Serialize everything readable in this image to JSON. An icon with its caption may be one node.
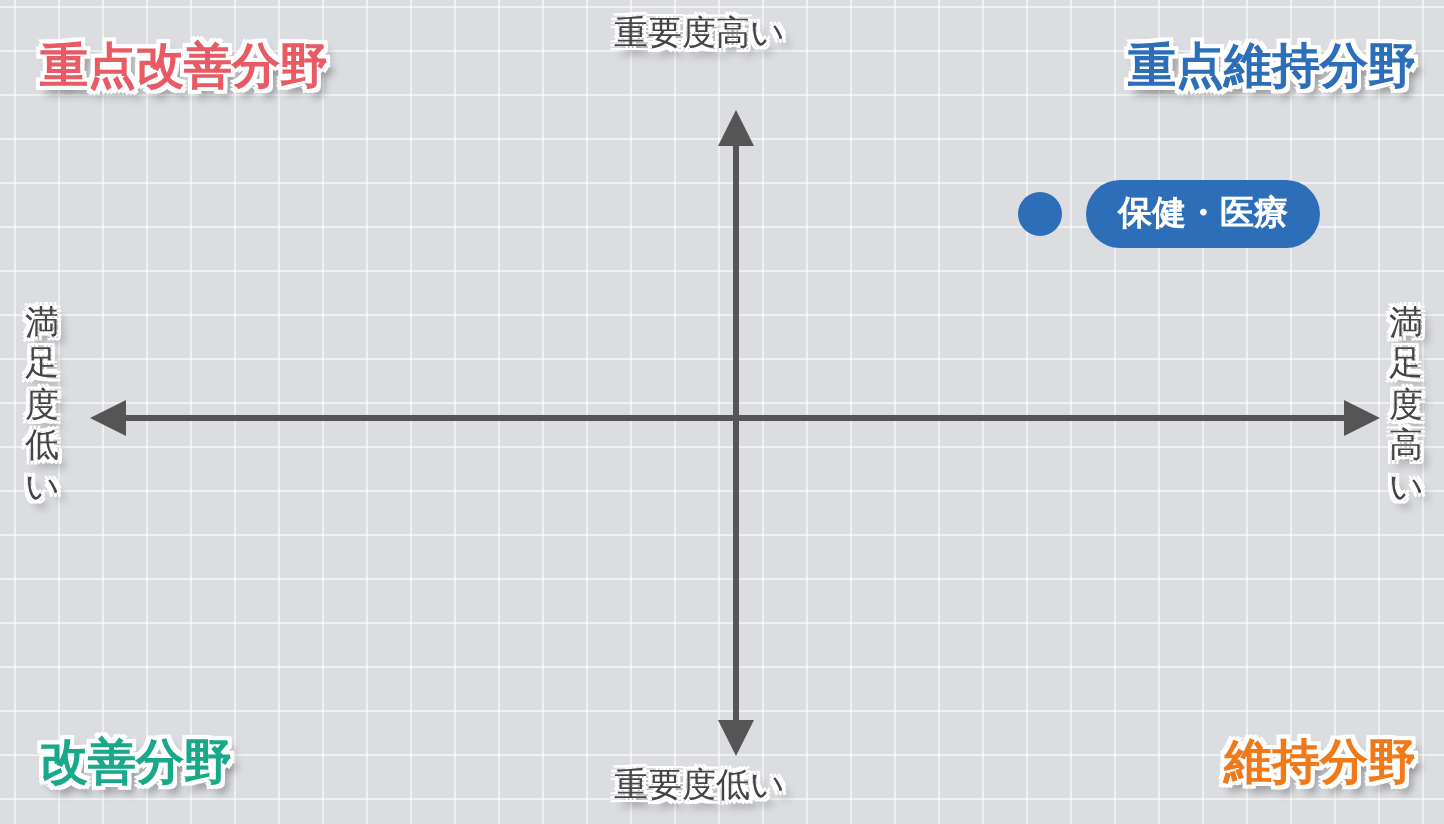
{
  "diagram": {
    "nodes": [
      {
        "text": [
          "保健・医療"
        ]
      }
    ],
    "labels": [
      "重点改善分野",
      "重要度高い",
      "重点維持分野",
      "満足度低い",
      "満足度高い",
      "改善分野",
      "重要度低い",
      "維持分野"
    ]
  }
}
